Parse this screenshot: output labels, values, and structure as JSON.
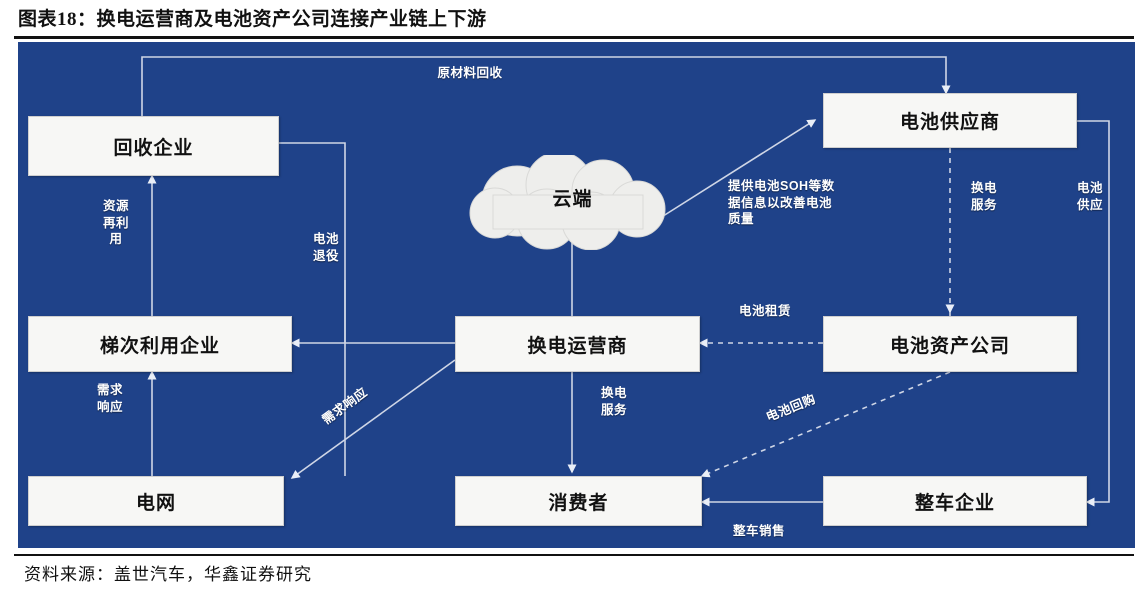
{
  "title": "图表18：换电运营商及电池资产公司连接产业链上下游",
  "source": "资料来源：盖世汽车，华鑫证券研究",
  "colors": {
    "panel_blue": "#1f4289",
    "node_fill": "#f7f7f5",
    "wire": "#cfd6e6",
    "text_dark": "#111111",
    "label_white": "#ffffff"
  },
  "nodes": [
    {
      "id": "recycler",
      "label": "回收企业"
    },
    {
      "id": "cloud",
      "label": "云端"
    },
    {
      "id": "battery_supplier",
      "label": "电池供应商"
    },
    {
      "id": "cascade_use",
      "label": "梯次利用企业"
    },
    {
      "id": "swap_operator",
      "label": "换电运营商"
    },
    {
      "id": "battery_asset",
      "label": "电池资产公司"
    },
    {
      "id": "grid",
      "label": "电网"
    },
    {
      "id": "consumer",
      "label": "消费者"
    },
    {
      "id": "oem",
      "label": "整车企业"
    }
  ],
  "edge_labels": {
    "raw_material_recycling": "原材料回收",
    "resource_reuse": "资源\n再利\n用",
    "battery_retirement": "电池\n退役",
    "soh_data": "提供电池SOH等数\n据信息以改善电池\n质量",
    "swap_service_right": "换电\n服务",
    "battery_supply": "电池\n供应",
    "battery_lease": "电池租赁",
    "demand_response_vertical": "需求\n响应",
    "demand_response_diagonal": "需求响应",
    "swap_service_center": "换电\n服务",
    "battery_buyback": "电池回购",
    "vehicle_sales": "整车销售"
  }
}
